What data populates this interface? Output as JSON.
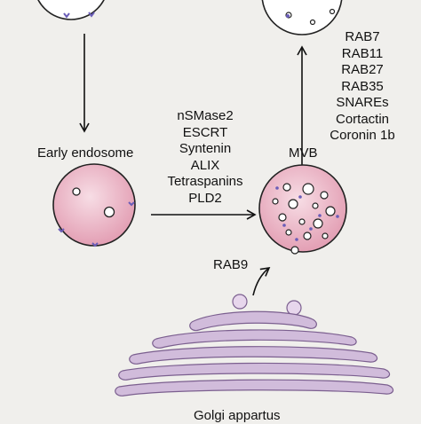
{
  "labels": {
    "early_endosome": "Early endosome",
    "mvb": "MVB",
    "rab9": "RAB9",
    "golgi": "Golgi appartus"
  },
  "mvb_formation_factors": [
    "nSMase2",
    "ESCRT",
    "Syntenin",
    "ALIX",
    "Tetraspanins",
    "PLD2"
  ],
  "secretion_factors": [
    "RAB7",
    "RAB11",
    "RAB27",
    "RAB35",
    "SNAREs",
    "Cortactin",
    "Coronin 1b"
  ],
  "colors": {
    "background": "#f0efec",
    "endosome_fill": "#e6a9bb",
    "endosome_center": "#f7dde5",
    "golgi_fill": "#d1bcdb",
    "golgi_stroke": "#7b5f8f",
    "marker": "#6a5db8",
    "arrow": "#111111"
  }
}
